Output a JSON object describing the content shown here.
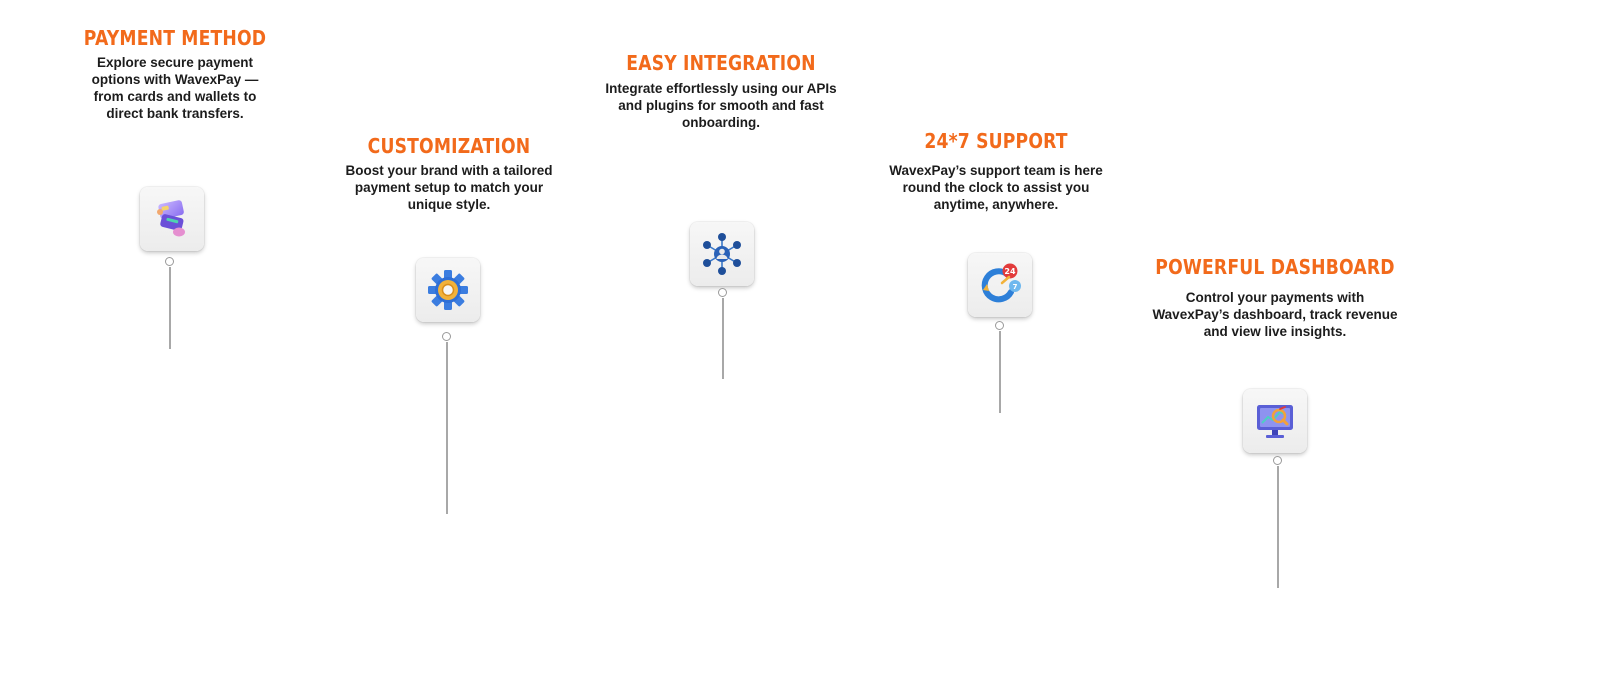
{
  "features": [
    {
      "id": "payment-method",
      "title": "PAYMENT METHOD",
      "description": "Explore secure payment options with WavexPay — from cards and wallets to direct bank transfers.",
      "icon": "card-wallet-icon"
    },
    {
      "id": "customization",
      "title": "CUSTOMIZATION",
      "description": "Boost your brand with a tailored payment setup to match your unique style.",
      "icon": "gear-icon"
    },
    {
      "id": "easy-integration",
      "title": "EASY INTEGRATION",
      "description": "Integrate effortlessly using our APIs and plugins for smooth and fast onboarding.",
      "icon": "network-icon"
    },
    {
      "id": "support",
      "title": "24*7 SUPPORT",
      "description": "WavexPay’s support team is here round the clock to assist you anytime, anywhere.",
      "icon": "support-24-7-icon"
    },
    {
      "id": "dashboard",
      "title": "POWERFUL DASHBOARD",
      "description": "Control your payments with WavexPay’s dashboard, track revenue and view live  insights.",
      "icon": "dashboard-monitor-icon"
    }
  ],
  "colors": {
    "accent": "#f26a1b",
    "text": "#1c1c1c",
    "line": "#a8a8a8"
  }
}
